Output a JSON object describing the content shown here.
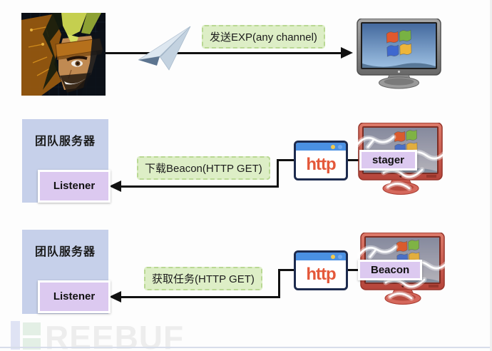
{
  "diagram": {
    "flow1": {
      "attacker_icon": "hacker-avatar",
      "transport_icon": "paper-plane",
      "message_label": "发送EXP(any channel)",
      "target_icon": "windows-monitor"
    },
    "flow2": {
      "server_label": "团队服务器",
      "listener_label": "Listener",
      "message_label": "下载Beacon(HTTP GET)",
      "protocol_label": "http",
      "payload_label": "stager",
      "target_icon": "infected-windows-monitor"
    },
    "flow3": {
      "server_label": "团队服务器",
      "listener_label": "Listener",
      "message_label": "获取任务(HTTP GET)",
      "protocol_label": "http",
      "payload_label": "Beacon",
      "target_icon": "infected-windows-monitor"
    },
    "watermark": {
      "icon": "freebuf-logo",
      "text": "REEBUF"
    }
  },
  "colors": {
    "server_box": "#c6d0ea",
    "listener_box": "#dcc9f0",
    "message_label_bg": "#ddeec6",
    "message_label_border": "#b9d893",
    "http_text": "#e4583a",
    "http_border": "#1d2b4e",
    "http_titlebar": "#4a90e2",
    "arrow": "#111111",
    "clean_monitor_frame": "#7d7d7d",
    "infected_monitor_frame": "#c9554a",
    "windows_logo": [
      "#e2582e",
      "#78b243",
      "#3e68cf",
      "#ecb53b"
    ]
  }
}
